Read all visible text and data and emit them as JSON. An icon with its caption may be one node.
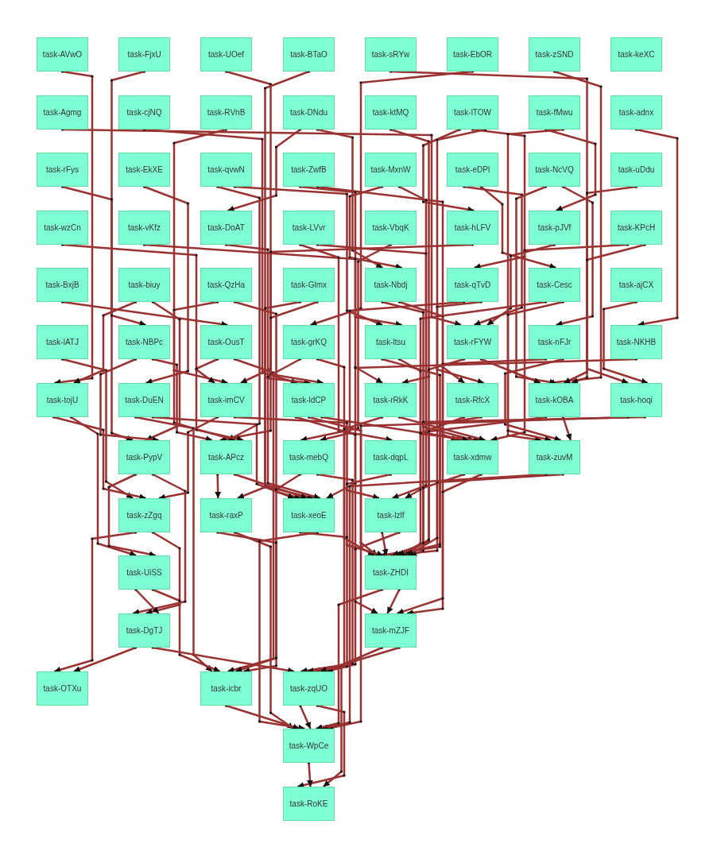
{
  "diagram": {
    "nodes": [
      {
        "text": [
          "task-AVwO"
        ]
      },
      {
        "text": [
          "task-FjxU"
        ]
      },
      {
        "text": [
          "task-UOef"
        ]
      },
      {
        "text": [
          "task-BTaO"
        ]
      },
      {
        "text": [
          "task-sRYw"
        ]
      },
      {
        "text": [
          "task-EbOR"
        ]
      },
      {
        "text": [
          "task-zSND"
        ]
      },
      {
        "text": [
          "task-keXC"
        ]
      },
      {
        "text": [
          "task-Agmg"
        ]
      },
      {
        "text": [
          "task-cjNQ"
        ]
      },
      {
        "text": [
          "task-RVnB"
        ]
      },
      {
        "text": [
          "task-DNdu"
        ]
      },
      {
        "text": [
          "task-ktMQ"
        ]
      },
      {
        "text": [
          "task-lTOW"
        ]
      },
      {
        "text": [
          "task-fMwu"
        ]
      },
      {
        "text": [
          "task-adnx"
        ]
      },
      {
        "text": [
          "task-rFys"
        ]
      },
      {
        "text": [
          "task-EkXE"
        ]
      },
      {
        "text": [
          "task-qvwN"
        ]
      },
      {
        "text": [
          "task-ZwfB"
        ]
      },
      {
        "text": [
          "task-MxnW"
        ]
      },
      {
        "text": [
          "task-eDPl"
        ]
      },
      {
        "text": [
          "task-NcVQ"
        ]
      },
      {
        "text": [
          "task-uDdu"
        ]
      },
      {
        "text": [
          "task-wzCn"
        ]
      },
      {
        "text": [
          "task-vKfz"
        ]
      },
      {
        "text": [
          "task-DoAT"
        ]
      },
      {
        "text": [
          "task-LVvr"
        ]
      },
      {
        "text": [
          "task-VbqK"
        ]
      },
      {
        "text": [
          "task-hLFV"
        ]
      },
      {
        "text": [
          "task-pJVf"
        ]
      },
      {
        "text": [
          "task-KPcH"
        ]
      },
      {
        "text": [
          "task-BxjB"
        ]
      },
      {
        "text": [
          "task-biuy"
        ]
      },
      {
        "text": [
          "task-QzHa"
        ]
      },
      {
        "text": [
          "task-Glmx"
        ]
      },
      {
        "text": [
          "task-Nbdj"
        ]
      },
      {
        "text": [
          "task-qTvD"
        ]
      },
      {
        "text": [
          "task-Cesc"
        ]
      },
      {
        "text": [
          "task-ajCX"
        ]
      },
      {
        "text": [
          "task-lATJ"
        ]
      },
      {
        "text": [
          "task-NBPc"
        ]
      },
      {
        "text": [
          "task-OusT"
        ]
      },
      {
        "text": [
          "task-grKQ"
        ]
      },
      {
        "text": [
          "task-ltsu"
        ]
      },
      {
        "text": [
          "task-rFYW"
        ]
      },
      {
        "text": [
          "task-nFJr"
        ]
      },
      {
        "text": [
          "task-NKHB"
        ]
      },
      {
        "text": [
          "task-tojU"
        ]
      },
      {
        "text": [
          "task-DuEN"
        ]
      },
      {
        "text": [
          "task-imCV"
        ]
      },
      {
        "text": [
          "task-ldCP"
        ]
      },
      {
        "text": [
          "task-rRkK"
        ]
      },
      {
        "text": [
          "task-RfcX"
        ]
      },
      {
        "text": [
          "task-kOBA"
        ]
      },
      {
        "text": [
          "task-hoqi"
        ]
      },
      {
        "text": [
          "task-PypV"
        ]
      },
      {
        "text": [
          "task-APcz"
        ]
      },
      {
        "text": [
          "task-mebQ"
        ]
      },
      {
        "text": [
          "task-dqpL"
        ]
      },
      {
        "text": [
          "task-xdmw"
        ]
      },
      {
        "text": [
          "task-zuvM"
        ]
      },
      {
        "text": [
          "task-zZgq"
        ]
      },
      {
        "text": [
          "task-raxP"
        ]
      },
      {
        "text": [
          "task-xeoE"
        ]
      },
      {
        "text": [
          "task-lzlf"
        ]
      },
      {
        "text": [
          "task-UiSS"
        ]
      },
      {
        "text": [
          "task-ZHDI"
        ]
      },
      {
        "text": [
          "task-DgTJ"
        ]
      },
      {
        "text": [
          "task-mZJF"
        ]
      },
      {
        "text": [
          "task-OTXu"
        ]
      },
      {
        "text": [
          "task-icbr"
        ]
      },
      {
        "text": [
          "task-zqUO"
        ]
      },
      {
        "text": [
          "task-WpCe"
        ]
      },
      {
        "text": [
          "task-RoKE"
        ]
      }
    ],
    "edges": [
      {
        "from": 0,
        "to": 48,
        "arrow": "to"
      },
      {
        "from": 1,
        "to": 56,
        "arrow": "to"
      },
      {
        "from": 2,
        "to": 57,
        "arrow": "to"
      },
      {
        "from": 3,
        "to": 64,
        "arrow": "to"
      },
      {
        "from": 4,
        "to": 55,
        "arrow": "to"
      },
      {
        "from": 5,
        "to": 43,
        "arrow": "to"
      },
      {
        "from": 6,
        "to": 54,
        "arrow": "to"
      },
      {
        "from": 8,
        "to": 45,
        "arrow": "to"
      },
      {
        "from": 9,
        "to": 51,
        "arrow": "to"
      },
      {
        "from": 10,
        "to": 50,
        "arrow": "to"
      },
      {
        "from": 11,
        "to": 26,
        "arrow": "to"
      },
      {
        "from": 11,
        "to": 36,
        "arrow": "to"
      },
      {
        "from": 12,
        "to": 52,
        "arrow": "to"
      },
      {
        "from": 13,
        "to": 29,
        "arrow": "to"
      },
      {
        "from": 13,
        "to": 37,
        "arrow": "to"
      },
      {
        "from": 13,
        "to": 53,
        "arrow": "to"
      },
      {
        "from": 14,
        "to": 30,
        "arrow": "to"
      },
      {
        "from": 14,
        "to": 61,
        "arrow": "to"
      },
      {
        "from": 15,
        "to": 47,
        "arrow": "to"
      },
      {
        "from": 16,
        "to": 41,
        "arrow": "to"
      },
      {
        "from": 17,
        "to": 49,
        "arrow": "to"
      },
      {
        "from": 18,
        "to": 44,
        "arrow": "to"
      },
      {
        "from": 18,
        "to": 57,
        "arrow": "to"
      },
      {
        "from": 19,
        "to": 60,
        "arrow": "to"
      },
      {
        "from": 19,
        "to": 44,
        "arrow": "to"
      },
      {
        "from": 20,
        "to": 36,
        "arrow": "to"
      },
      {
        "from": 20,
        "to": 65,
        "arrow": "to"
      },
      {
        "from": 21,
        "to": 38,
        "arrow": "to"
      },
      {
        "from": 21,
        "to": 45,
        "arrow": "to"
      },
      {
        "from": 22,
        "to": 54,
        "arrow": "to"
      },
      {
        "from": 22,
        "to": 46,
        "arrow": "to"
      },
      {
        "from": 23,
        "to": 54,
        "arrow": "to"
      },
      {
        "from": 24,
        "to": 50,
        "arrow": "to"
      },
      {
        "from": 25,
        "to": 52,
        "arrow": "to"
      },
      {
        "from": 26,
        "to": 51,
        "arrow": "to"
      },
      {
        "from": 27,
        "to": 60,
        "arrow": "to"
      },
      {
        "from": 27,
        "to": 59,
        "arrow": "to"
      },
      {
        "from": 28,
        "to": 58,
        "arrow": "to"
      },
      {
        "from": 29,
        "to": 50,
        "arrow": "to"
      },
      {
        "from": 30,
        "to": 45,
        "arrow": "to"
      },
      {
        "from": 31,
        "to": 54,
        "arrow": "to"
      },
      {
        "from": 31,
        "to": 60,
        "arrow": "to"
      },
      {
        "from": 32,
        "to": 42,
        "arrow": "to"
      },
      {
        "from": 33,
        "to": 48,
        "arrow": "to"
      },
      {
        "from": 33,
        "to": 56,
        "arrow": "to"
      },
      {
        "from": 34,
        "to": 57,
        "arrow": "to"
      },
      {
        "from": 34,
        "to": 64,
        "arrow": "to"
      },
      {
        "from": 35,
        "to": 51,
        "arrow": "to"
      },
      {
        "from": 35,
        "to": 63,
        "arrow": "to"
      },
      {
        "from": 36,
        "to": 60,
        "arrow": "to"
      },
      {
        "from": 36,
        "to": 53,
        "arrow": "to"
      },
      {
        "from": 37,
        "to": 67,
        "arrow": "to"
      },
      {
        "from": 37,
        "to": 58,
        "arrow": "to"
      },
      {
        "from": 38,
        "to": 61,
        "arrow": "to"
      },
      {
        "from": 38,
        "to": 67,
        "arrow": "to"
      },
      {
        "from": 39,
        "to": 55,
        "arrow": "to"
      },
      {
        "from": 40,
        "to": 62,
        "arrow": "to"
      },
      {
        "from": 41,
        "to": 56,
        "arrow": "to"
      },
      {
        "from": 41,
        "to": 57,
        "arrow": "to"
      },
      {
        "from": 42,
        "to": 57,
        "arrow": "to"
      },
      {
        "from": 42,
        "to": 71,
        "arrow": "to"
      },
      {
        "from": 43,
        "to": 64,
        "arrow": "to"
      },
      {
        "from": 43,
        "to": 67,
        "arrow": "to"
      },
      {
        "from": 44,
        "to": 60,
        "arrow": "to"
      },
      {
        "from": 44,
        "to": 67,
        "arrow": "to"
      },
      {
        "from": 45,
        "to": 54,
        "arrow": "to"
      },
      {
        "from": 45,
        "to": 67,
        "arrow": "to"
      },
      {
        "from": 46,
        "to": 61,
        "arrow": "to"
      },
      {
        "from": 46,
        "to": 69,
        "arrow": "to"
      },
      {
        "from": 47,
        "to": 72,
        "arrow": "to"
      },
      {
        "from": 48,
        "to": 62,
        "arrow": "to"
      },
      {
        "from": 48,
        "to": 66,
        "arrow": "to"
      },
      {
        "from": 49,
        "to": 64,
        "arrow": "to"
      },
      {
        "from": 49,
        "to": 71,
        "arrow": "to"
      },
      {
        "from": 50,
        "to": 62,
        "arrow": "to"
      },
      {
        "from": 50,
        "to": 65,
        "arrow": "to"
      },
      {
        "from": 51,
        "to": 60,
        "arrow": "to"
      },
      {
        "from": 51,
        "to": 67,
        "arrow": "to"
      },
      {
        "from": 51,
        "to": 64,
        "arrow": "to"
      },
      {
        "from": 52,
        "to": 60,
        "arrow": "to"
      },
      {
        "from": 52,
        "to": 72,
        "arrow": "to"
      },
      {
        "from": 53,
        "to": 65,
        "arrow": "to"
      },
      {
        "from": 53,
        "to": 67,
        "arrow": "to"
      },
      {
        "from": 54,
        "to": 61,
        "arrow": "to"
      },
      {
        "from": 54,
        "to": 67,
        "arrow": "to"
      },
      {
        "from": 55,
        "to": 67,
        "arrow": "to"
      },
      {
        "from": 55,
        "to": 73,
        "arrow": "to"
      },
      {
        "from": 56,
        "to": 66,
        "arrow": "to"
      },
      {
        "from": 56,
        "to": 68,
        "arrow": "to"
      },
      {
        "from": 57,
        "to": 63,
        "arrow": "to"
      },
      {
        "from": 57,
        "to": 64,
        "arrow": "to"
      },
      {
        "from": 58,
        "to": 71,
        "arrow": "to"
      },
      {
        "from": 58,
        "to": 72,
        "arrow": "to"
      },
      {
        "from": 59,
        "to": 67,
        "arrow": "to"
      },
      {
        "from": 60,
        "to": 67,
        "arrow": "to"
      },
      {
        "from": 60,
        "to": 69,
        "arrow": "to"
      },
      {
        "from": 61,
        "to": 67,
        "arrow": "to"
      },
      {
        "from": 61,
        "to": 73,
        "arrow": "to"
      },
      {
        "from": 62,
        "to": 68,
        "arrow": "to"
      },
      {
        "from": 62,
        "to": 70,
        "arrow": "to"
      },
      {
        "from": 63,
        "to": 71,
        "arrow": "to"
      },
      {
        "from": 63,
        "to": 73,
        "arrow": "to"
      },
      {
        "from": 64,
        "to": 72,
        "arrow": "to"
      },
      {
        "from": 64,
        "to": 73,
        "arrow": "to"
      },
      {
        "from": 65,
        "to": 67,
        "arrow": "to"
      },
      {
        "from": 65,
        "to": 69,
        "arrow": "to"
      },
      {
        "from": 66,
        "to": 68,
        "arrow": "to"
      },
      {
        "from": 66,
        "to": 71,
        "arrow": "to"
      },
      {
        "from": 67,
        "to": 73,
        "arrow": "to"
      },
      {
        "from": 67,
        "to": 69,
        "arrow": "to"
      },
      {
        "from": 68,
        "to": 70,
        "arrow": "to"
      },
      {
        "from": 68,
        "to": 72,
        "arrow": "to"
      },
      {
        "from": 69,
        "to": 74,
        "arrow": "to"
      },
      {
        "from": 69,
        "to": 72,
        "arrow": "to"
      },
      {
        "from": 71,
        "to": 73,
        "arrow": "to"
      },
      {
        "from": 72,
        "to": 73,
        "arrow": "to"
      },
      {
        "from": 72,
        "to": 74,
        "arrow": "to"
      },
      {
        "from": 73,
        "to": 74,
        "arrow": "to"
      }
    ]
  }
}
